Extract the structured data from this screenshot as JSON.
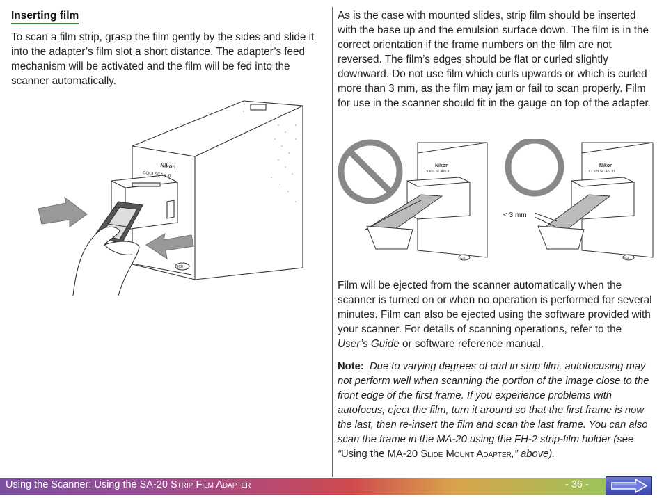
{
  "left": {
    "heading": "Inserting film",
    "paragraph": "To scan a film strip, grasp the film gently by the sides and slide it into the adapter’s film slot a short distance.  The adapter’s feed mechanism will be activated and the film will be fed into the scanner automatically.",
    "illustration": {
      "brand": "Nikon",
      "model": "COOLSCAN III",
      "badge": "ICE"
    }
  },
  "right": {
    "paragraph1": "As is the case with mounted slides, strip film should be inserted with the base up and the emulsion surface down.  The film is in the correct orientation if the frame numbers on the film are not reversed.  The film’s edges should be flat or curled slightly downward.  Do not use film which curls upwards or which is curled more than 3 mm, as the film may jam or fail to scan properly.  Film for use in the scanner should fit in the gauge on top of the adapter.",
    "illus_bad": {
      "brand": "Nikon",
      "model": "COOLSCAN III",
      "badge": "ICE"
    },
    "illus_good": {
      "brand": "Nikon",
      "model": "COOLSCAN III",
      "badge": "ICE",
      "curl_label": "< 3 mm"
    },
    "paragraph2_before": "Film will be ejected from the scanner automatically when the scanner is turned on or when no operation is performed for several minutes.  Film can also be ejected using the software provided with your scanner.  For details of scanning operations, refer to the ",
    "paragraph2_italic": "User’s Guide",
    "paragraph2_after": " or software reference manual.",
    "note_label": "Note:",
    "note_text": "Due to varying degrees of curl in strip film, autofocusing may not perform well when scanning the portion of the image close to the front edge of the first frame.  If you experience problems with autofocus, eject the film, turn it around so that the first frame is now the last, then re-insert the film and scan the last frame.  You can also scan the frame in the MA-20 using the FH-2 strip-film holder (see “",
    "note_ref_a": "Using the MA-20 ",
    "note_ref_b": "Slide Mount Adapter",
    "note_end": ",” above)."
  },
  "footer": {
    "title_a": "Using the Scanner:  Using the SA-20 ",
    "title_b": "Strip Film Adapter",
    "page": "- 36 -",
    "next_icon": "right-arrow-icon"
  },
  "colors": {
    "accent_green": "#2e8b2e",
    "nav_blue": "#4a57c0"
  }
}
